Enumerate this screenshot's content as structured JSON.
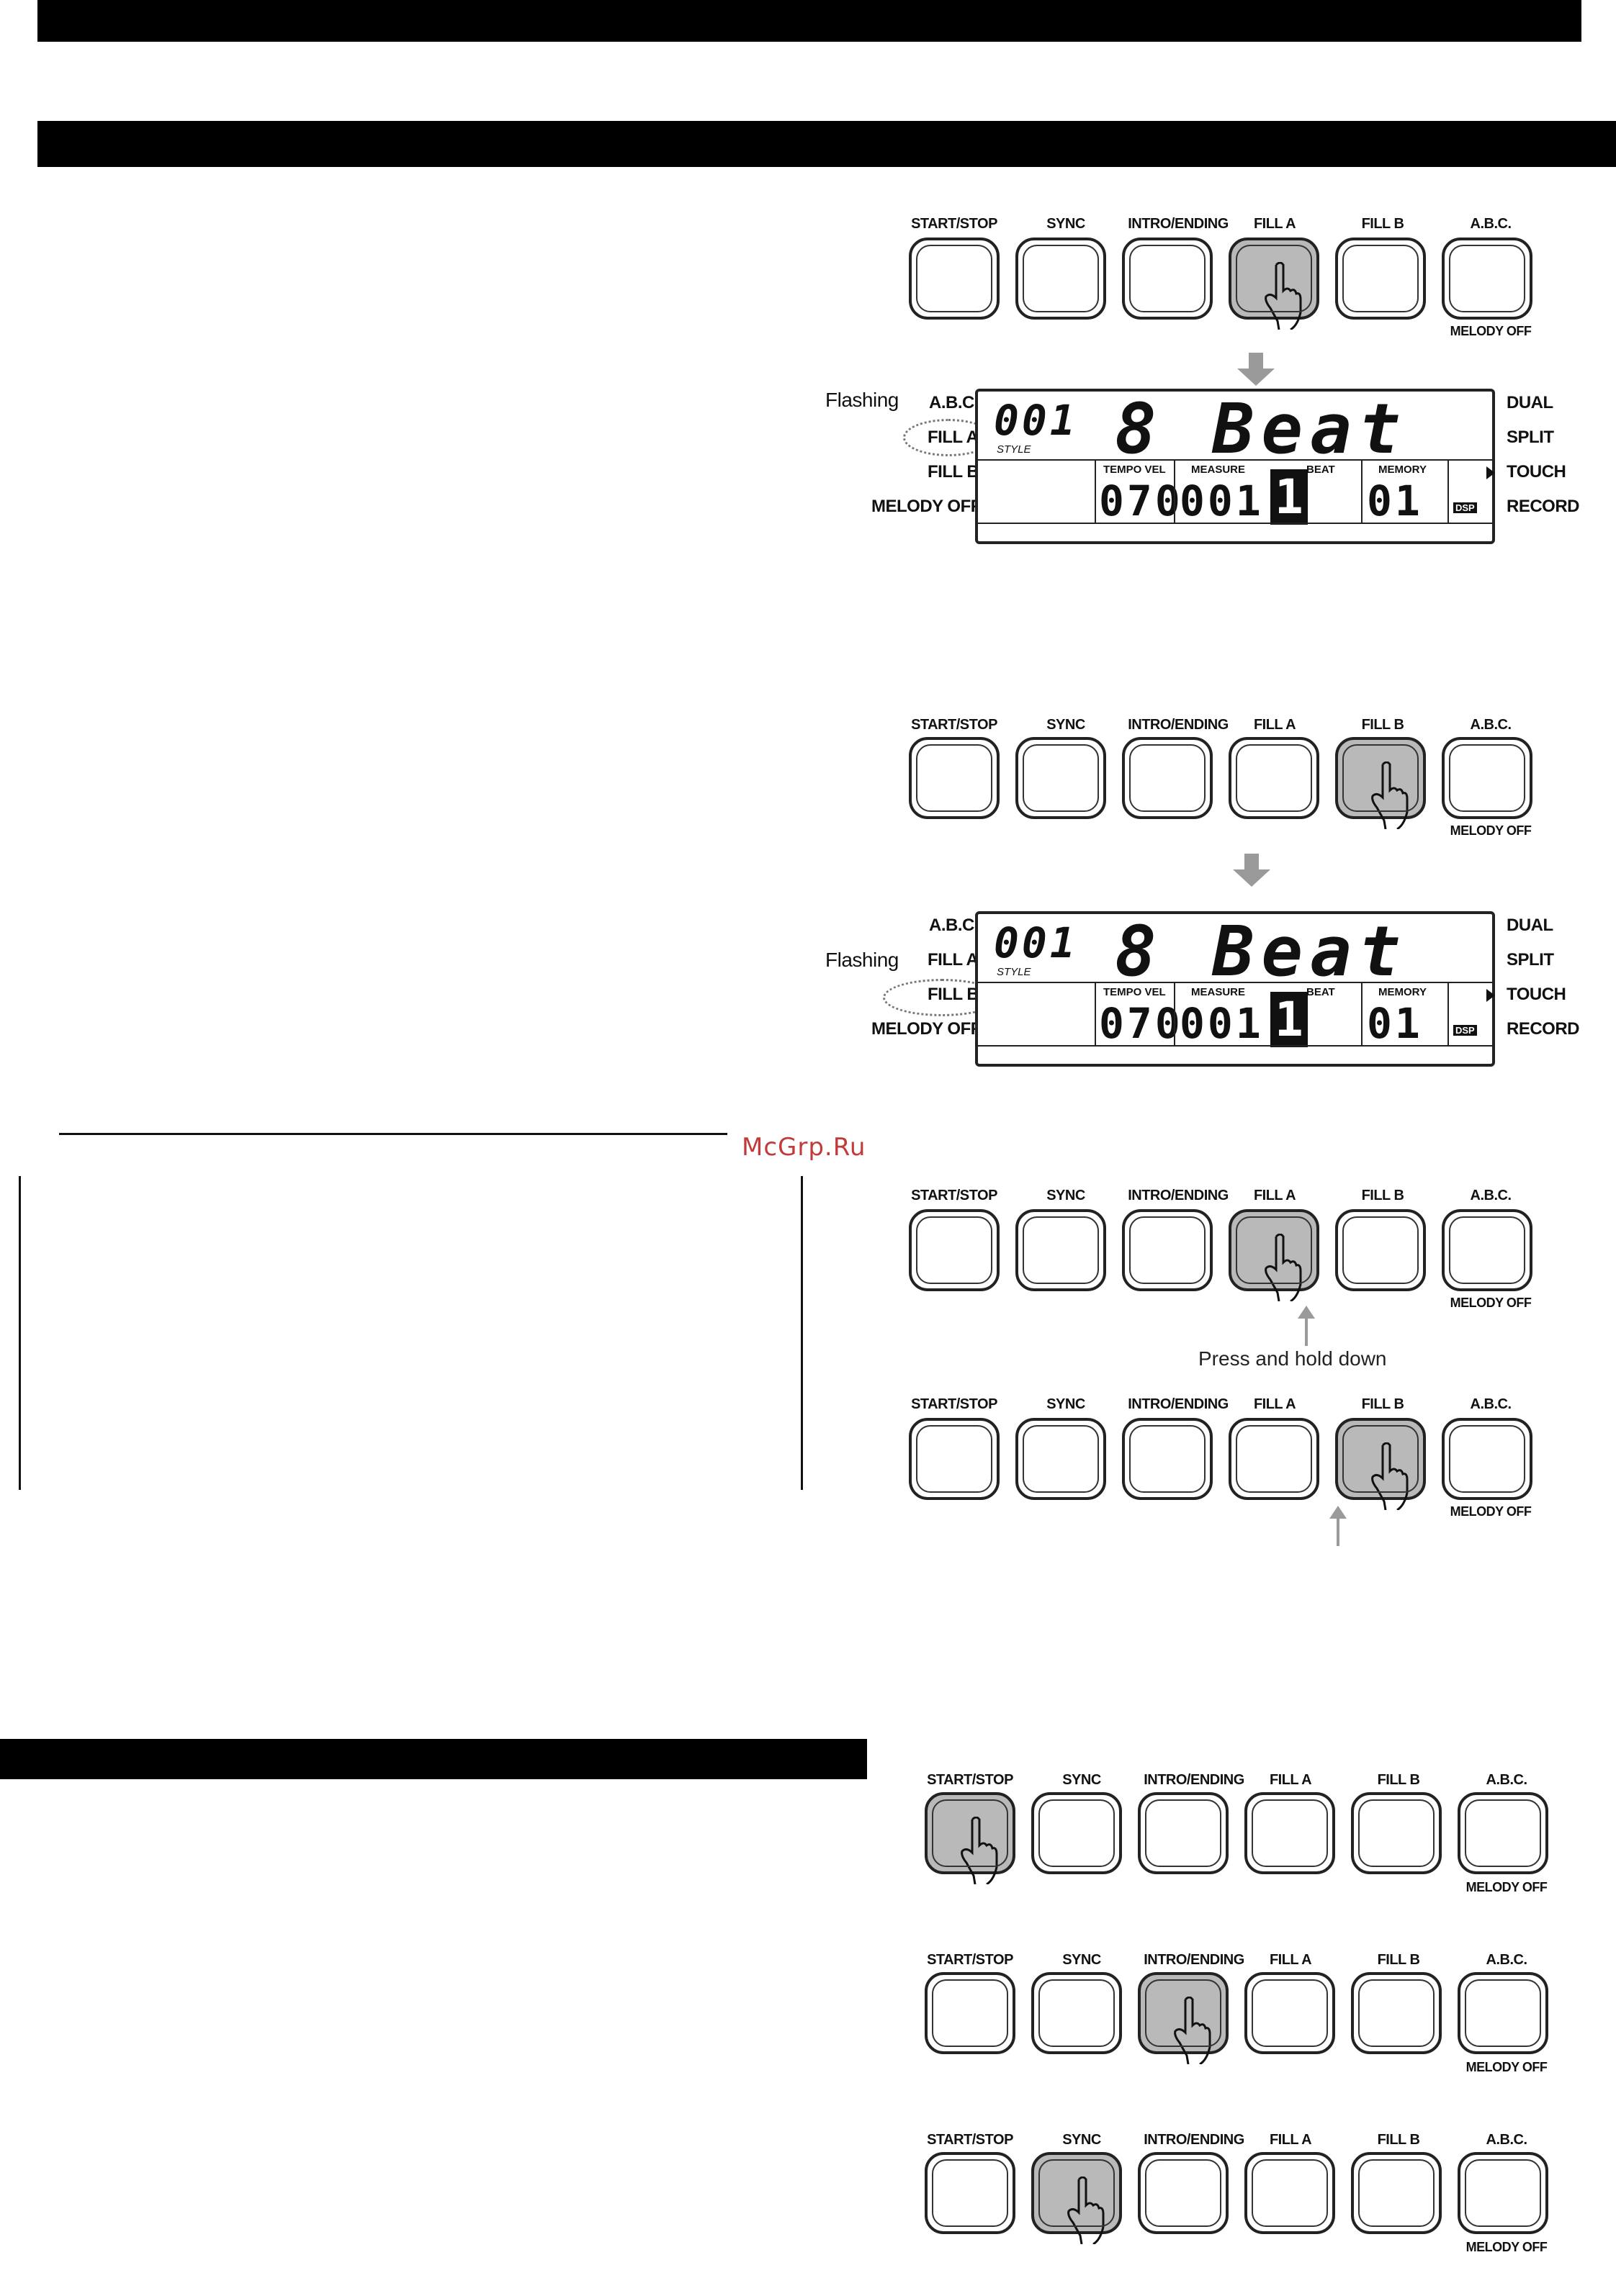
{
  "buttons": [
    "START/STOP",
    "SYNC",
    "INTRO/ENDING",
    "FILL A",
    "FILL B",
    "A.B.C."
  ],
  "melody_off": "MELODY OFF",
  "lcd": {
    "style_number": "001",
    "style_name": "8 Beat",
    "style_tag": "STYLE",
    "tempo_label": "TEMPO VEL",
    "tempo_value": "070",
    "measure_label": "MEASURE",
    "measure_value": "001",
    "beat_label": "BEAT",
    "beat_value": "1",
    "memory_label": "MEMORY",
    "memory_value": "01",
    "dsp_label": "DSP",
    "left_labels": [
      "A.B.C.",
      "FILL A",
      "FILL B",
      "MELODY OFF"
    ],
    "right_labels": [
      "DUAL",
      "SPLIT",
      "TOUCH",
      "RECORD"
    ]
  },
  "flashing_label": "Flashing",
  "press_hold_label": "Press and hold down",
  "watermark": "McGrp.Ru",
  "colors": {
    "pressed_key": "#b9b9b9",
    "arrow": "#9a9a9a",
    "bars": "#000000"
  }
}
